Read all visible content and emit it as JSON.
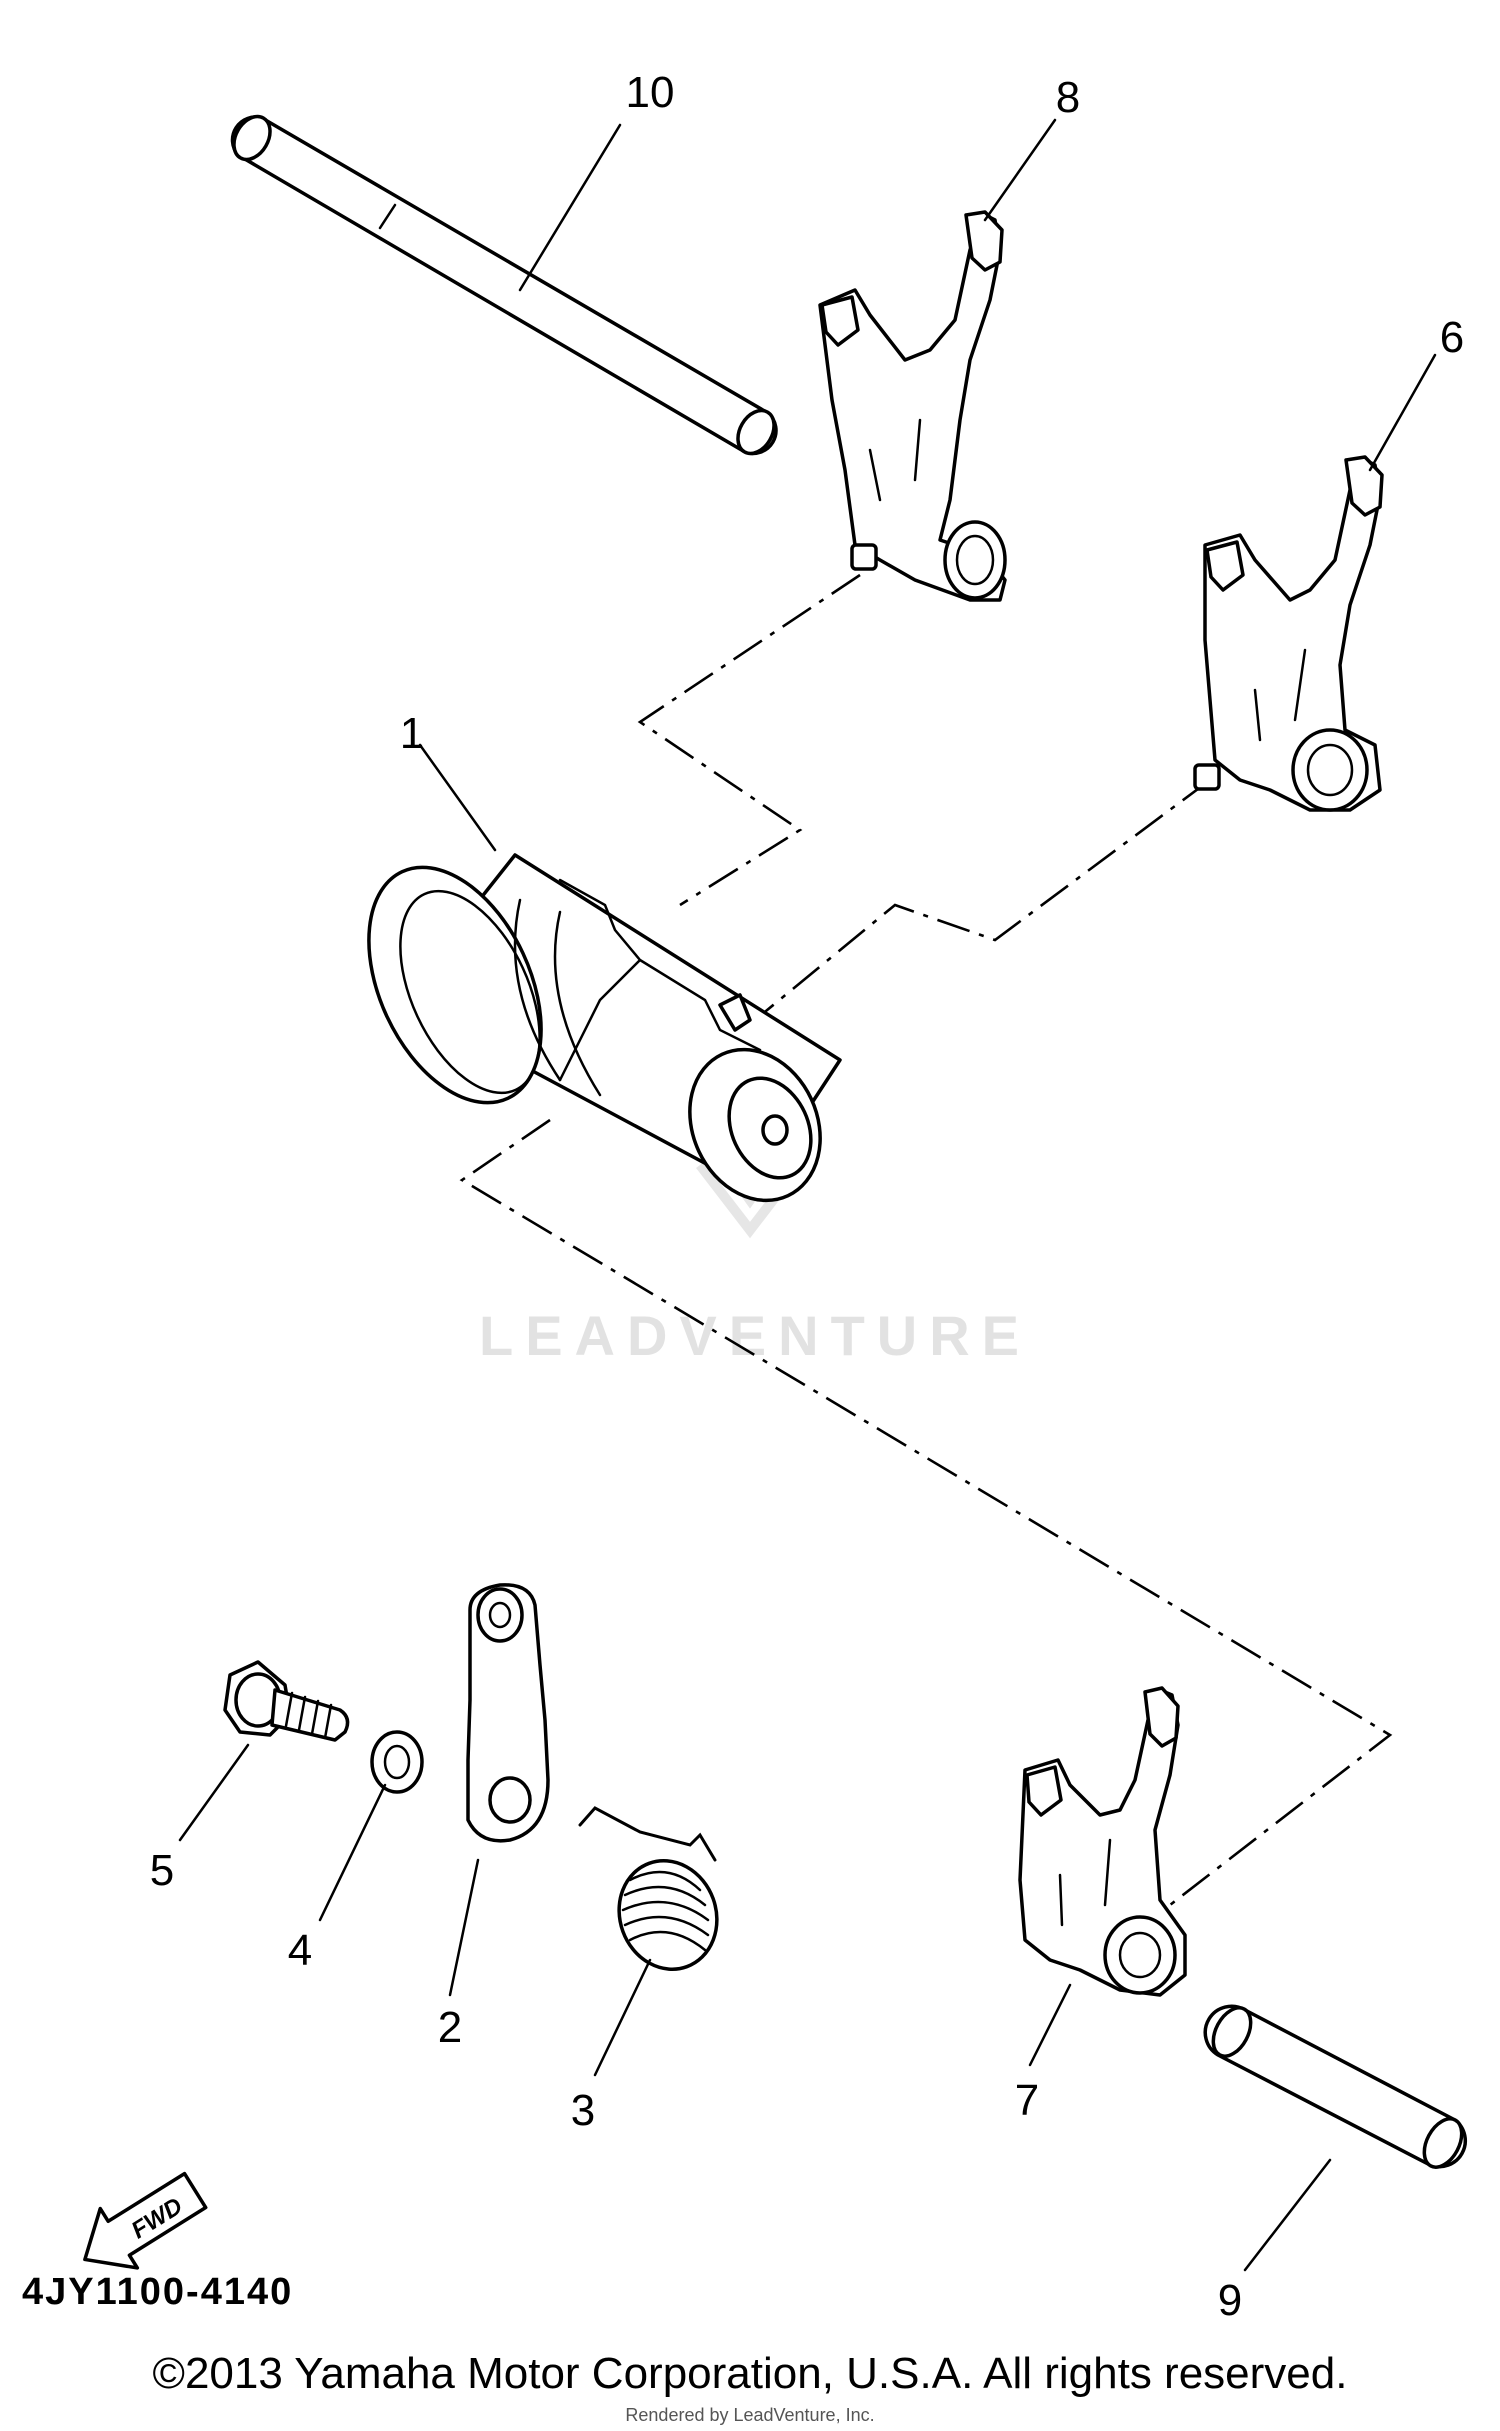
{
  "diagram": {
    "callouts": {
      "p1": "1",
      "p2": "2",
      "p3": "3",
      "p4": "4",
      "p5": "5",
      "p6": "6",
      "p7": "7",
      "p8": "8",
      "p9": "9",
      "p10": "10"
    },
    "fwd_label": "FWD",
    "part_code": "4JY1100-4140",
    "watermark": "LEADVENTURE",
    "copyright": "©2013 Yamaha Motor Corporation, U.S.A. All rights reserved.",
    "rendered_by": "Rendered by LeadVenture, Inc."
  }
}
